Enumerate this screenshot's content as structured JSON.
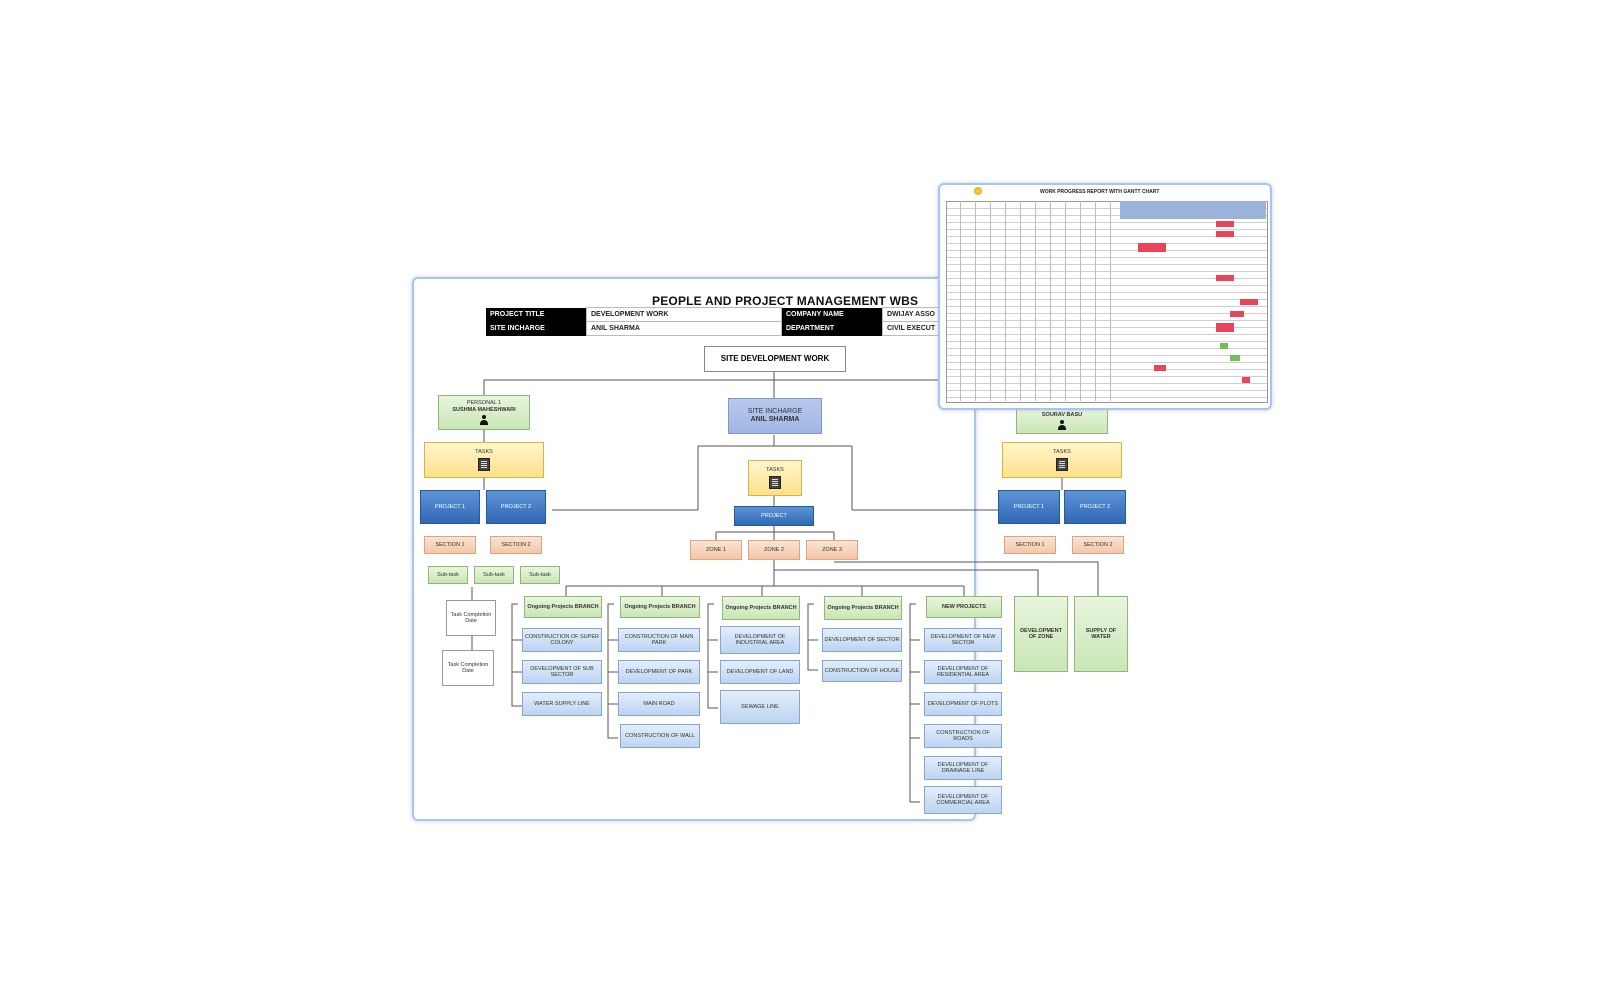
{
  "chart_title": "PEOPLE AND PROJECT MANAGEMENT WBS",
  "header": {
    "project_title_label": "PROJECT TITLE",
    "project_title_value": "DEVELOPMENT WORK",
    "site_label": "SITE INCHARGE",
    "site_value": "ANIL SHARMA",
    "company_label": "COMPANY NAME",
    "company_value": "DWIJAY ASSO",
    "department_label": "DEPARTMENT",
    "department_value": "CIVIL EXECUT"
  },
  "root": "SITE DEVELOPMENT WORK",
  "site_incharge": {
    "line1": "SITE INCHARGE",
    "line2": "ANIL SHARMA"
  },
  "left_person": {
    "line1": "PERSONAL 1",
    "line2": "SUSHMA MAHESHWARI"
  },
  "right_person": {
    "line1": "SOURAV BASU"
  },
  "left_task": "TASKS",
  "center_task": "TASKS",
  "right_task": "TASKS",
  "left_projects": [
    "PROJECT 1",
    "PROJECT 2"
  ],
  "center_project": "PROJECT",
  "right_projects": [
    "PROJECT 1",
    "PROJECT 2"
  ],
  "left_peach": [
    "SECTION 1",
    "SECTION 2"
  ],
  "left_small": [
    "Sub-task",
    "Sub-task",
    "Sub-task"
  ],
  "center_peach": [
    "ZONE 1",
    "ZONE 2",
    "ZONE 3"
  ],
  "right_peach": [
    "SECTION 1",
    "SECTION 2"
  ],
  "dates": [
    "Task Completion Date",
    "Task Completion Date"
  ],
  "branches": [
    {
      "head": "Ongoing Projects BRANCH",
      "items": [
        "CONSTRUCTION OF SUPER COLONY",
        "DEVELOPMENT OF SUB SECTOR",
        "WATER SUPPLY LINE"
      ]
    },
    {
      "head": "Ongoing Projects BRANCH",
      "items": [
        "CONSTRUCTION OF MAIN PARK",
        "DEVELOPMENT OF PARK",
        "MAIN ROAD",
        "CONSTRUCTION OF WALL"
      ]
    },
    {
      "head": "Ongoing Projects BRANCH",
      "items": [
        "DEVELOPMENT OF INDUSTRIAL AREA",
        "DEVELOPMENT OF LAND",
        "SEWAGE LINE"
      ]
    },
    {
      "head": "Ongoing Projects BRANCH",
      "items": [
        "DEVELOPMENT OF SECTOR",
        "CONSTRUCTION OF HOUSE"
      ]
    },
    {
      "head": "NEW PROJECTS",
      "items": [
        "DEVELOPMENT OF NEW SECTOR",
        "DEVELOPMENT OF RESIDENTIAL AREA",
        "DEVELOPMENT OF PLOTS",
        "CONSTRUCTION OF ROADS",
        "DEVELOPMENT OF DRAINAGE LINE",
        "DEVELOPMENT OF COMMERCIAL AREA"
      ]
    }
  ],
  "tall_boxes": [
    "DEVELOPMENT OF ZONE",
    "SUPPLY OF WATER"
  ],
  "gantt": {
    "title": "WORK PROGRESS REPORT WITH GANTT CHART"
  },
  "colors": {
    "green": "#c9e6b4",
    "yellow": "#ffe08a",
    "blue": "#2f68b4",
    "light_blue": "#bcd4f1",
    "peach": "#f4c6a8",
    "gantt_red": "#e8445a",
    "gantt_green": "#6fbf5a"
  }
}
